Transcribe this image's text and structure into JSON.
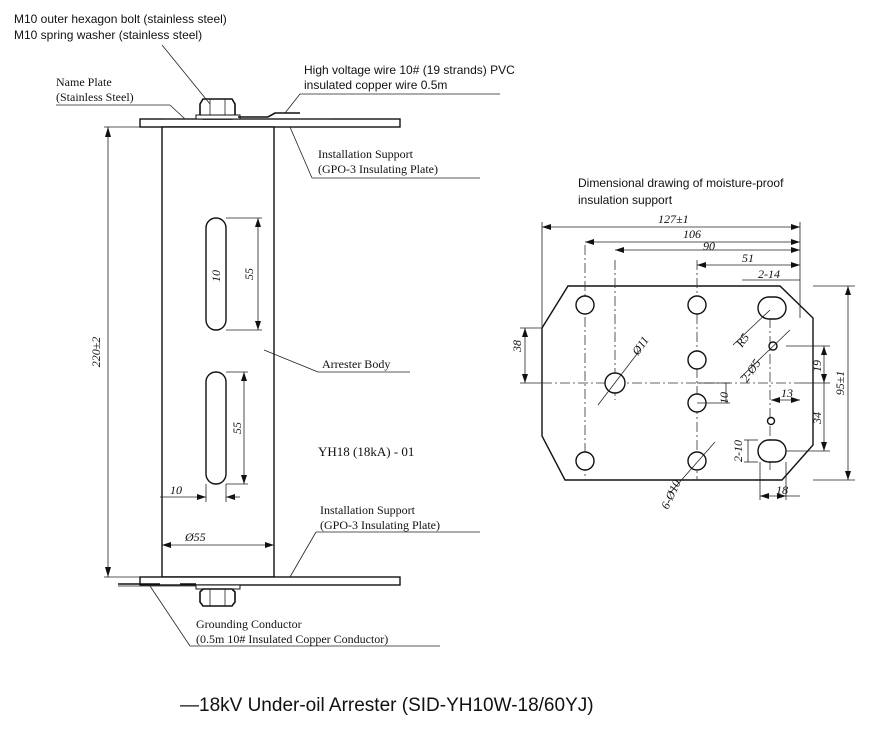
{
  "labels": {
    "bolt_line1": "M10 outer hexagon bolt (stainless steel)",
    "bolt_line2": "M10 spring washer (stainless steel)",
    "nameplate_line1": "Name Plate",
    "nameplate_line2": "(Stainless Steel)",
    "hv_wire_line1": "High voltage wire 10# (19 strands) PVC",
    "hv_wire_line2": "insulated copper wire 0.5m",
    "install_top_line1": "Installation Support",
    "install_top_line2": "(GPO-3 Insulating Plate)",
    "arrester_body": "Arrester Body",
    "model_text": "YH18 (18kA) - 01",
    "install_bottom_line1": "Installation Support",
    "install_bottom_line2": "(GPO-3 Insulating Plate)",
    "ground_line1": "Grounding Conductor",
    "ground_line2": "(0.5m 10# Insulated Copper Conductor)",
    "dimdraw_line1": "Dimensional drawing of moisture-proof",
    "dimdraw_line2": "insulation support",
    "caption": "—18kV Under-oil Arrester (SID-YH10W-18/60YJ)"
  },
  "side_view_dims": {
    "height": "220±2",
    "diameter": "Ø55",
    "slot_width": "10",
    "slot_width_lower": "10",
    "slot_len_upper": "55",
    "slot_len_lower": "55"
  },
  "plate_dims": {
    "overall_width": "127±1",
    "dim_106": "106",
    "dim_90": "90",
    "dim_51": "51",
    "slot_spec": "2-14",
    "radius": "R5",
    "small_holes": "2-Ø5",
    "big_hole": "Ø11",
    "dim_38": "38",
    "dim_10": "10",
    "dim_13": "13",
    "dim_19": "19",
    "dim_34": "34",
    "overall_height": "95±1",
    "slot_height": "2-10",
    "corner_holes": "6-Ø10",
    "dim_18": "18"
  },
  "colors": {
    "line": "#222222",
    "background": "#ffffff"
  }
}
